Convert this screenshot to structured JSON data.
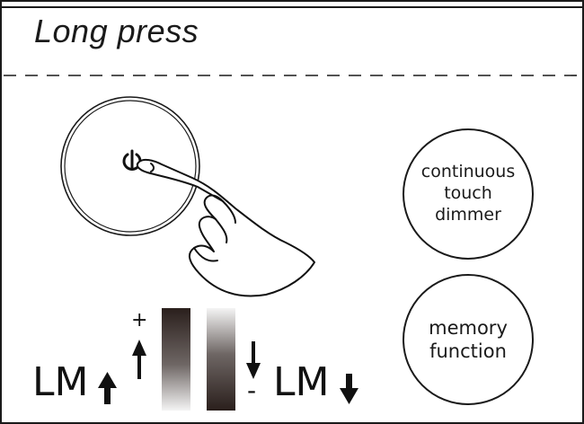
{
  "title": "Long press",
  "features": {
    "dimmer_label": "continuous\ntouch\ndimmer",
    "memory_label": "memory\nfunction"
  },
  "brightness": {
    "up_label": "LM",
    "down_label": "LM",
    "plus": "+",
    "minus": "-"
  },
  "icons": {
    "power": "power-icon",
    "hand": "pointing-hand-icon",
    "up_arrow": "arrow-up-icon",
    "down_arrow": "arrow-down-icon"
  },
  "colors": {
    "line": "#1a1a1a",
    "background": "#ffffff"
  }
}
